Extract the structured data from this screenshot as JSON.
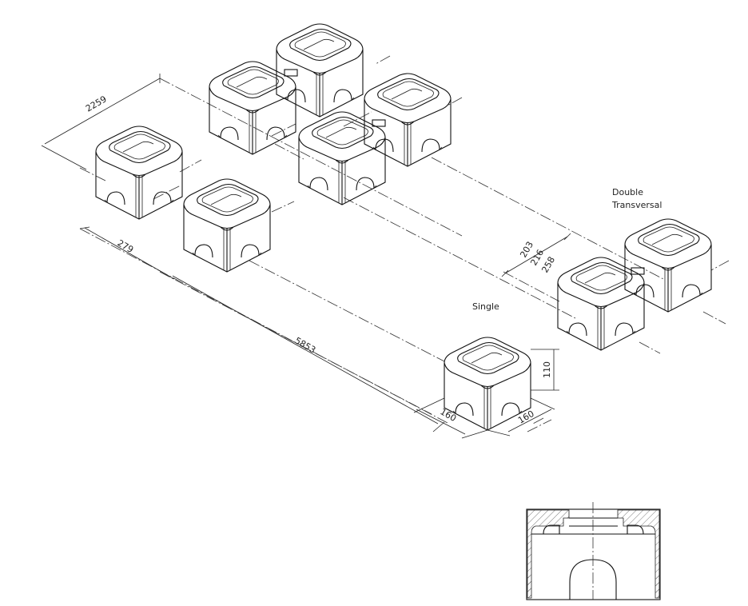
{
  "labels": {
    "double_line1": "Double",
    "double_line2": "Transversal",
    "single": "Single"
  },
  "dimensions": {
    "d2259": "2259",
    "d279": "279",
    "d5853": "5853",
    "d203": "203",
    "d216": "216",
    "d258": "258",
    "d110": "110",
    "d160a": "160",
    "d160b": "160"
  }
}
